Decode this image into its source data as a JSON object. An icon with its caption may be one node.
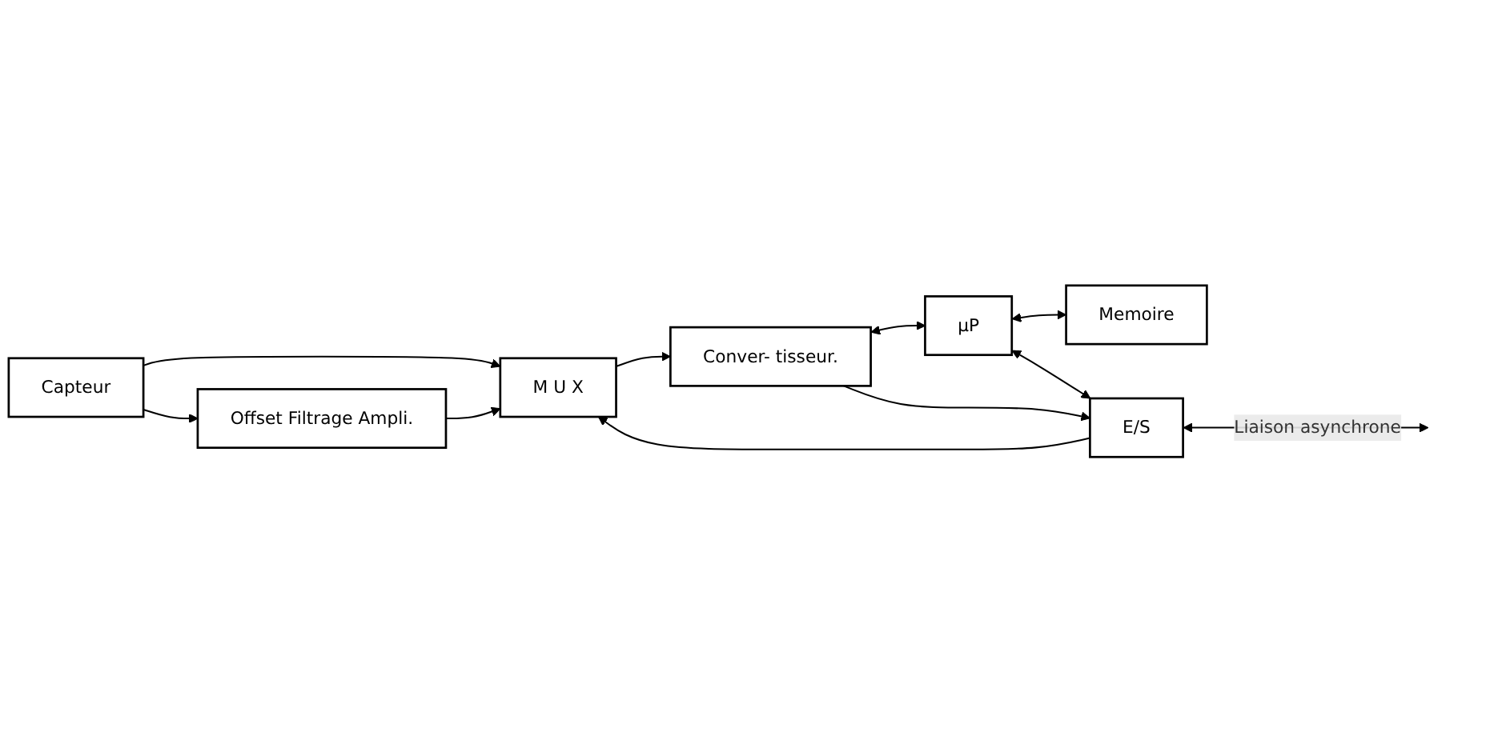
{
  "diagram": {
    "nodes": [
      {
        "text": [
          "Capteur"
        ]
      },
      {
        "text": [
          "Offset Filtrage Ampli."
        ]
      },
      {
        "text": [
          "M U X"
        ]
      },
      {
        "text": [
          "Conver- tisseur."
        ]
      },
      {
        "text": [
          "Memoire"
        ]
      },
      {
        "text": [
          "µP"
        ]
      },
      {
        "text": [
          "E/S"
        ]
      }
    ],
    "edges": [
      {
        "from": 0,
        "to": 1,
        "arrow": "to"
      },
      {
        "from": 0,
        "to": 2,
        "arrow": "to"
      },
      {
        "from": 1,
        "to": 2,
        "arrow": "to"
      },
      {
        "from": 2,
        "to": 3,
        "arrow": "to"
      },
      {
        "from": 3,
        "to": 5,
        "arrow": "both"
      },
      {
        "from": 5,
        "to": 4,
        "arrow": "both"
      },
      {
        "from": 5,
        "to": 6,
        "arrow": "both"
      },
      {
        "from": 3,
        "to": 6,
        "arrow": "to"
      },
      {
        "from": 6,
        "to": 2,
        "arrow": "to"
      },
      {
        "from": 6,
        "to": null,
        "arrow": "both",
        "label": "Liaison asynchrone"
      }
    ]
  }
}
